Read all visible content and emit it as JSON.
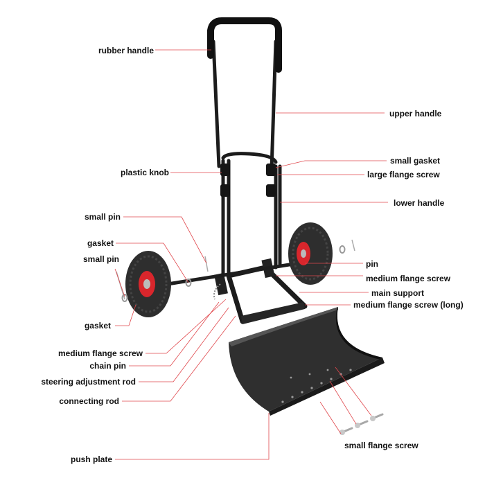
{
  "labels": {
    "rubber_handle": "rubber handle",
    "upper_handle": "upper handle",
    "small_gasket": "small gasket",
    "plastic_knob": "plastic knob",
    "large_flange_screw": "large flange screw",
    "lower_handle": "lower handle",
    "small_pin_top": "small pin",
    "gasket_top": "gasket",
    "small_pin_left": "small pin",
    "pin": "pin",
    "medium_flange_screw_right": "medium flange screw",
    "main_support": "main support",
    "medium_flange_screw_long": "medium flange screw (long)",
    "gasket_bottom": "gasket",
    "medium_flange_screw_left": "medium flange screw",
    "chain_pin": "chain pin",
    "steering_adjustment_rod": "steering adjustment rod",
    "connecting_rod": "connecting rod",
    "small_flange_screw": "small flange screw",
    "push_plate": "push plate"
  },
  "colors": {
    "leader_line": "#e0474c",
    "frame": "#1c1c1c",
    "tire": "#2e2e2e",
    "hub": "#d9262c"
  }
}
